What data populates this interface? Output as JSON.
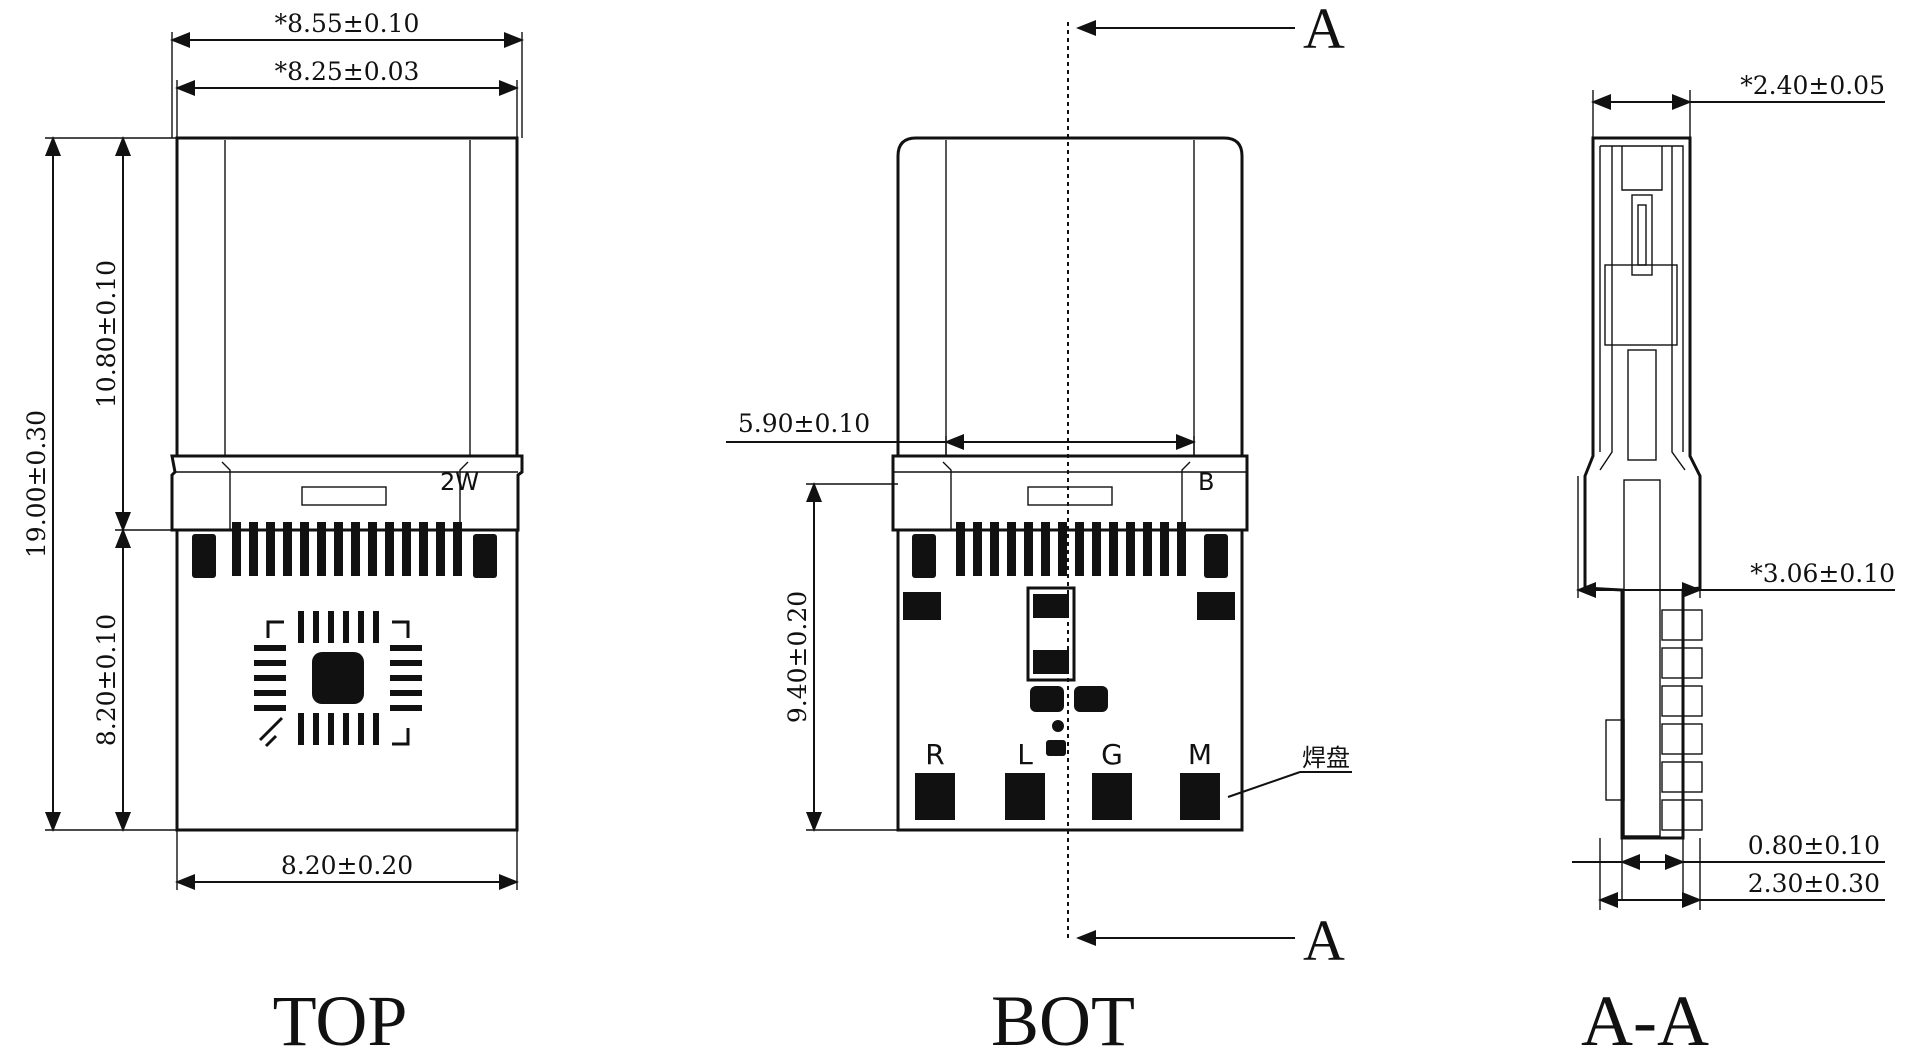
{
  "views": {
    "top": {
      "label": "TOP",
      "dims": {
        "width_outer": "*8.55±0.10",
        "width_inner": "*8.25±0.03",
        "total_height": "19.00±0.30",
        "shell_height": "10.80±0.10",
        "pcb_height": "8.20±0.10",
        "pcb_width": "8.20±0.20"
      },
      "pin_marker": "2W"
    },
    "bottom": {
      "label": "BOT",
      "dims": {
        "pad_span": "5.90±0.10",
        "pcb_height": "9.40±0.20"
      },
      "pin_marker": "B",
      "pads": [
        "R",
        "L",
        "G",
        "M"
      ],
      "pad_note": "焊盘",
      "section_marker": "A"
    },
    "section": {
      "label": "A-A",
      "dims": {
        "thickness_top": "*2.40±0.05",
        "thickness_mid": "*3.06±0.10",
        "pcb_thickness": "0.80±0.10",
        "overall": "2.30±0.30"
      }
    }
  },
  "colors": {
    "ink": "#111111",
    "paper": "#ffffff"
  }
}
